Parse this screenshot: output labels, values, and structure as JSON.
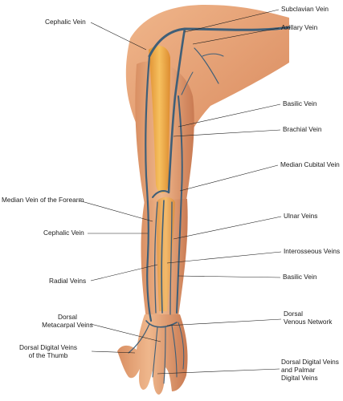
{
  "colors": {
    "skin": "#e6a87a",
    "skin_shade": "#c8764e",
    "vein": "#3f5f78",
    "bone": "#f2a93a",
    "leader": "#1a1a1a"
  },
  "labels": {
    "subclavian_vein": "Subclavian Vein",
    "cephalic_vein_top": "Cephalic Vein",
    "axillary_vein": "Axillary Vein",
    "basilic_vein_top": "Basilic Vein",
    "brachial_vein": "Brachial Vein",
    "median_cubital_vein": "Median Cubital Vein",
    "median_vein_forearm": "Median Vein of the Forearm",
    "ulnar_veins": "Ulnar Veins",
    "cephalic_vein_mid": "Cephalic Vein",
    "interosseous_veins": "Interosseous Veins",
    "radial_veins": "Radial Veins",
    "basilic_vein_low": "Basilic Vein",
    "dorsal_metacarpal_1": "Dorsal",
    "dorsal_metacarpal_2": "Metacarpal Veins",
    "dorsal_venous_1": "Dorsal",
    "dorsal_venous_2": "Venous Network",
    "dorsal_digital_thumb_1": "Dorsal Digital Veins",
    "dorsal_digital_thumb_2": "of the Thumb",
    "dorsal_digital_palmar_1": "Dorsal Digital Veins",
    "dorsal_digital_palmar_2": "and Palmar",
    "dorsal_digital_palmar_3": "Digital Veins"
  }
}
